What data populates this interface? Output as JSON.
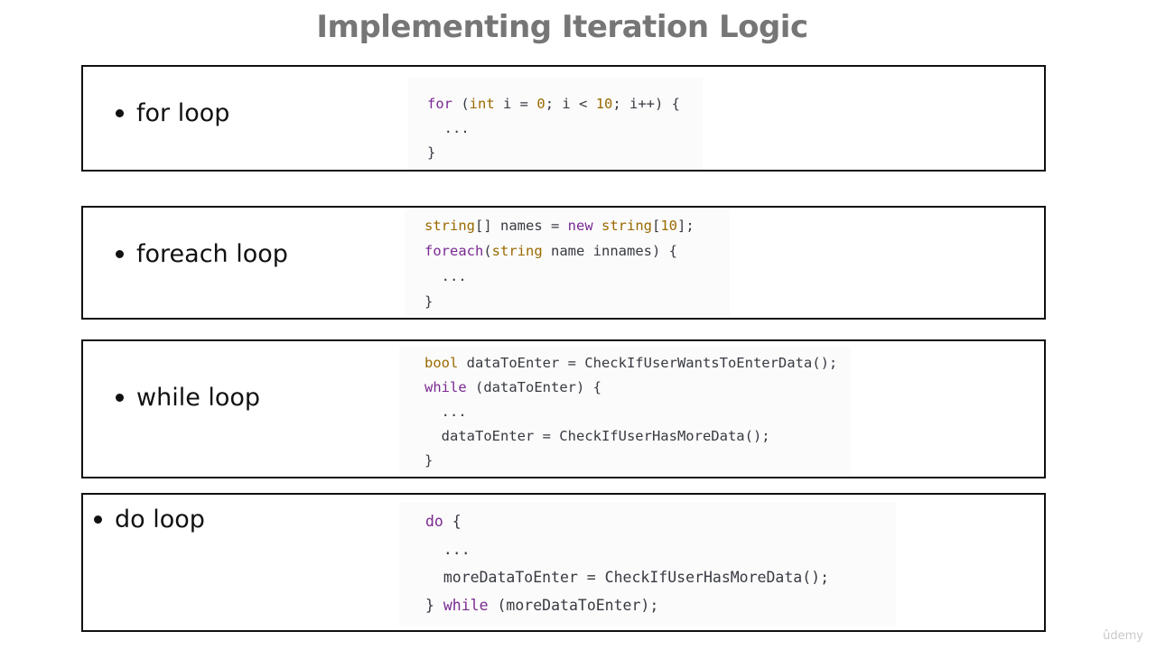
{
  "slide": {
    "title": "Implementing Iteration Logic"
  },
  "sections": [
    {
      "label": "for loop",
      "code": [
        [
          {
            "t": "for",
            "c": "kw"
          },
          {
            "t": " ("
          },
          {
            "t": "int",
            "c": "ty"
          },
          {
            "t": " i = "
          },
          {
            "t": "0",
            "c": "nm"
          },
          {
            "t": "; i < "
          },
          {
            "t": "10",
            "c": "nm"
          },
          {
            "t": "; i++) {"
          }
        ],
        [
          {
            "t": "  ..."
          }
        ],
        [
          {
            "t": "}"
          }
        ]
      ]
    },
    {
      "label": "foreach loop",
      "code": [
        [
          {
            "t": "string",
            "c": "ty"
          },
          {
            "t": "[] names = "
          },
          {
            "t": "new",
            "c": "kw"
          },
          {
            "t": " "
          },
          {
            "t": "string",
            "c": "ty"
          },
          {
            "t": "["
          },
          {
            "t": "10",
            "c": "nm"
          },
          {
            "t": "];"
          }
        ],
        [
          {
            "t": "foreach",
            "c": "kw"
          },
          {
            "t": "("
          },
          {
            "t": "string",
            "c": "ty"
          },
          {
            "t": " name innames) {"
          }
        ],
        [
          {
            "t": "  ..."
          }
        ],
        [
          {
            "t": "}"
          }
        ]
      ]
    },
    {
      "label": "while loop",
      "code": [
        [
          {
            "t": "bool",
            "c": "ty"
          },
          {
            "t": " dataToEnter = CheckIfUserWantsToEnterData();"
          }
        ],
        [
          {
            "t": "while",
            "c": "kw"
          },
          {
            "t": " (dataToEnter) {"
          }
        ],
        [
          {
            "t": "  ..."
          }
        ],
        [
          {
            "t": "  dataToEnter = CheckIfUserHasMoreData();"
          }
        ],
        [
          {
            "t": "}"
          }
        ]
      ]
    },
    {
      "label": "do loop",
      "code": [
        [
          {
            "t": "do",
            "c": "kw"
          },
          {
            "t": " {"
          }
        ],
        [
          {
            "t": "  ..."
          }
        ],
        [
          {
            "t": "  moreDataToEnter = CheckIfUserHasMoreData();"
          }
        ],
        [
          {
            "t": "} "
          },
          {
            "t": "while",
            "c": "kw"
          },
          {
            "t": " (moreDataToEnter);"
          }
        ]
      ]
    }
  ],
  "watermark": "ûdemy"
}
